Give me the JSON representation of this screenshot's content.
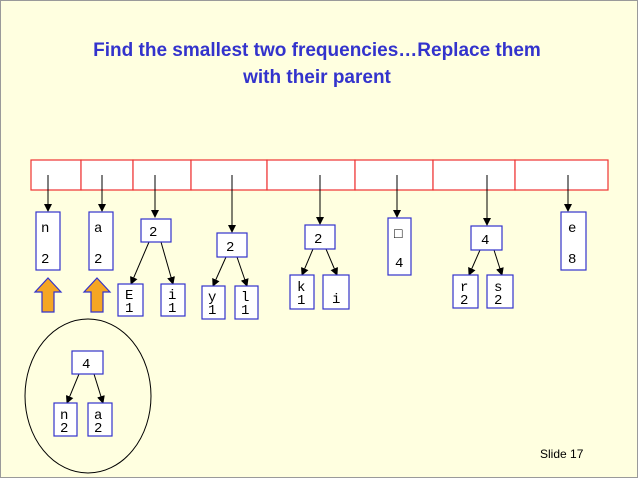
{
  "title_line1": "Find the smallest two frequencies…Replace them",
  "title_line2": "with their parent",
  "slide_number": "Slide 17",
  "colors": {
    "background": "#ffffe0",
    "title": "#3333cc",
    "array_border": "#ee3333",
    "node_border": "#3333cc",
    "arrow_fill": "#f5a623",
    "arrow_stroke": "#3333cc"
  },
  "nodes": {
    "n_top": "n",
    "n_bottom": "2",
    "a_top": "a",
    "a_bottom": "2",
    "t1_root": "2",
    "t1_left_top": "E",
    "t1_left_bottom": "1",
    "t1_right_top": "i",
    "t1_right_bottom": "1",
    "t2_root": "2",
    "t2_left_top": "y",
    "t2_left_bottom": "1",
    "t2_right_top": "l",
    "t2_right_bottom": "1",
    "t3_root": "2",
    "t3_left_top": "k",
    "t3_left_bottom": "1",
    "t3_right": "i",
    "space_symbol": "□",
    "space_count": "4",
    "t4_root": "4",
    "t4_left_top": "r",
    "t4_left_bottom": "2",
    "t4_right_top": "s",
    "t4_right_bottom": "2",
    "e_top": "e",
    "e_bottom": "8",
    "merged_root": "4",
    "merged_left_top": "n",
    "merged_left_bottom": "2",
    "merged_right_top": "a",
    "merged_right_bottom": "2"
  }
}
